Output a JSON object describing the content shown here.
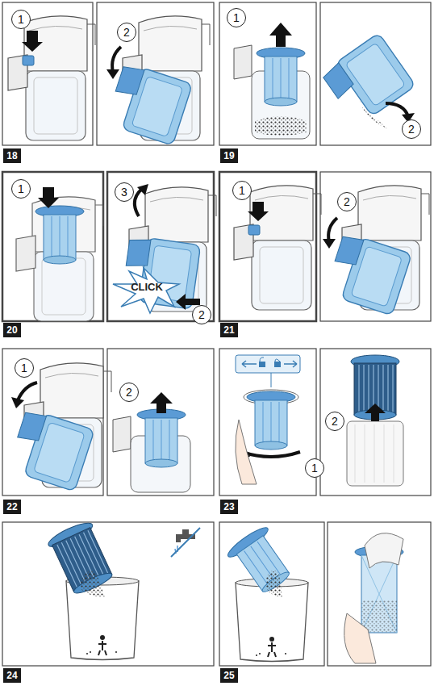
{
  "diagram": {
    "labels": [
      "1",
      "2",
      "18",
      "1",
      "2",
      "19",
      "1",
      "3",
      "CLICK",
      "2",
      "20",
      "1",
      "2",
      "21",
      "1",
      "2",
      "22",
      "1",
      "2",
      "23",
      "24",
      "25"
    ]
  }
}
